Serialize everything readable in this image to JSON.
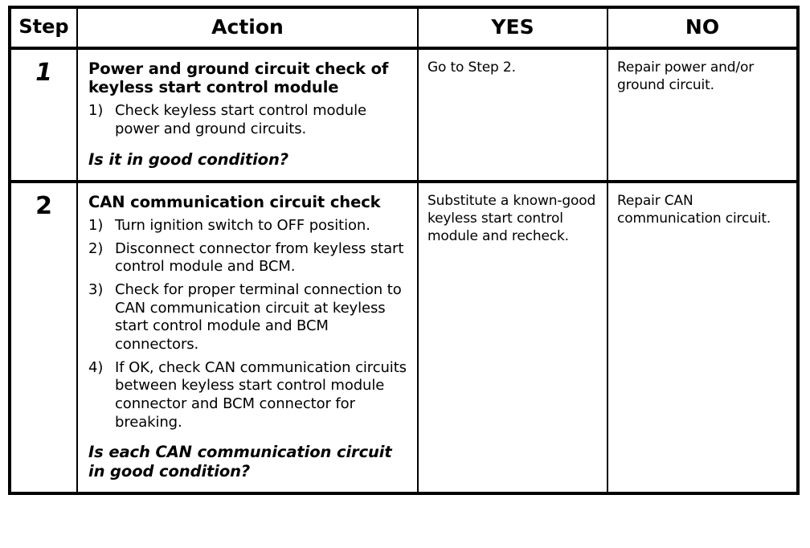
{
  "table": {
    "columns": [
      {
        "key": "step",
        "label": "Step"
      },
      {
        "key": "action",
        "label": "Action"
      },
      {
        "key": "yes",
        "label": "YES"
      },
      {
        "key": "no",
        "label": "NO"
      }
    ],
    "rows": [
      {
        "step": "1",
        "step_style": "bold-italic",
        "action": {
          "title": "Power and ground circuit check of keyless start control module",
          "steps": [
            {
              "marker": "1)",
              "text": "Check keyless start control module power and ground circuits."
            }
          ],
          "question": "Is it in good condition?"
        },
        "yes": "Go to Step 2.",
        "no": "Repair power and/or ground circuit."
      },
      {
        "step": "2",
        "step_style": "bold",
        "action": {
          "title": "CAN communication circuit check",
          "steps": [
            {
              "marker": "1)",
              "text": "Turn ignition switch to OFF position."
            },
            {
              "marker": "2)",
              "text": "Disconnect connector from keyless start control module and BCM."
            },
            {
              "marker": "3)",
              "text": "Check for proper terminal connection to CAN communication circuit at keyless start control module and BCM connectors."
            },
            {
              "marker": "4)",
              "text": "If OK, check CAN communication circuits between keyless start control module connector and BCM connector for breaking."
            }
          ],
          "question": "Is each CAN communication circuit in good condition?"
        },
        "yes": "Substitute a known-good keyless start control module and recheck.",
        "no": "Repair CAN communication circuit."
      }
    ]
  },
  "colors": {
    "border": "#000000",
    "background": "#ffffff",
    "text": "#000000"
  }
}
